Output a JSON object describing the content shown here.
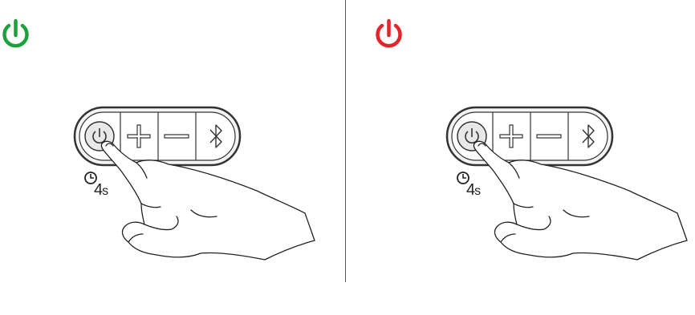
{
  "panels": [
    {
      "id": "power-on",
      "status_icon": "power-icon",
      "status_color": "#1aa33a",
      "hold_time": "4",
      "hold_unit": "s",
      "buttons": [
        "power-icon",
        "plus-icon",
        "minus-icon",
        "bluetooth-icon"
      ]
    },
    {
      "id": "power-off",
      "status_icon": "power-icon",
      "status_color": "#e0262b",
      "hold_time": "4",
      "hold_unit": "s",
      "buttons": [
        "power-icon",
        "plus-icon",
        "minus-icon",
        "bluetooth-icon"
      ]
    }
  ],
  "colors": {
    "line": "#333333",
    "divider": "#555555",
    "background": "#ffffff"
  }
}
